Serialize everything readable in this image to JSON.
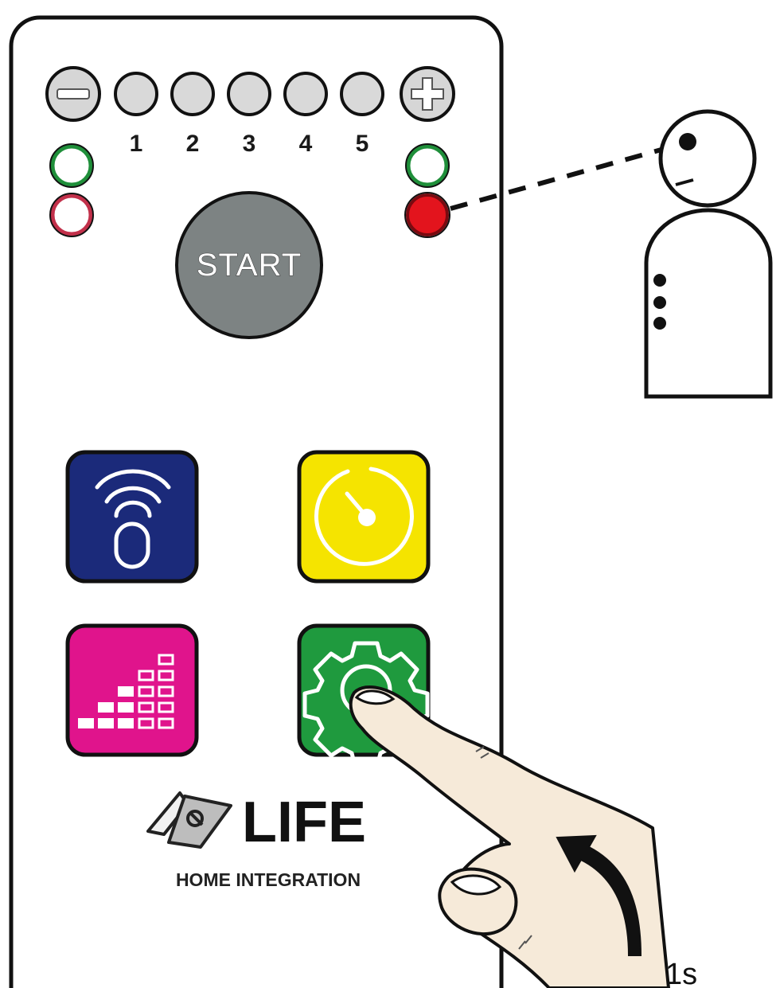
{
  "remote": {
    "minus_button": "−",
    "plus_button": "+",
    "level_labels": [
      "1",
      "2",
      "3",
      "4",
      "5"
    ],
    "start_label": "START",
    "led_colors": {
      "green": "#1f8f3a",
      "red": "#d2141c",
      "pink": "#c2304a"
    },
    "function_buttons": [
      {
        "icon": "remote-signal-icon",
        "color": "#1b2a7a"
      },
      {
        "icon": "timer-icon",
        "color": "#f5e400"
      },
      {
        "icon": "level-bars-icon",
        "color": "#e0148c"
      },
      {
        "icon": "gear-icon",
        "color": "#1f9a3e"
      }
    ]
  },
  "logo": {
    "brand": "LIFE",
    "tagline": "HOME INTEGRATION"
  },
  "annotation": {
    "duration": "1s",
    "person_icon": "person-icon",
    "hand_icon": "pointing-hand-icon",
    "arrow_icon": "curved-arrow-icon"
  }
}
